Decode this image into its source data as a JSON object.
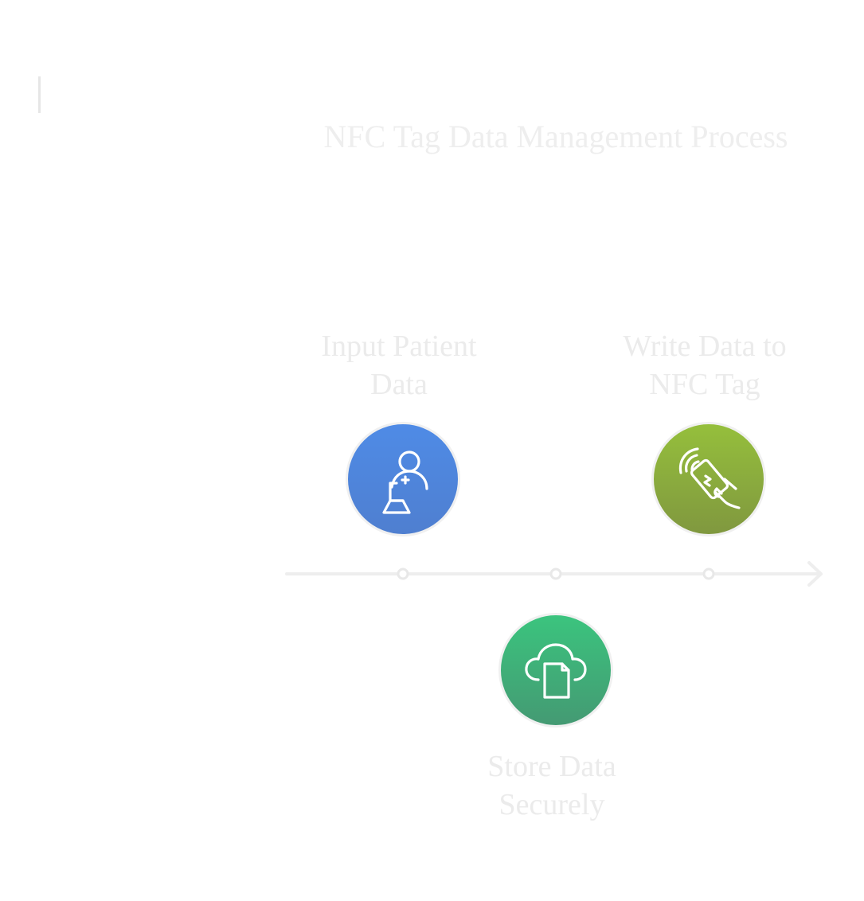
{
  "title": "NFC Tag Data Management Process",
  "steps": [
    {
      "line1": "Input Patient",
      "line2": "Data",
      "icon": "patient-laptop-icon",
      "color": "#4f86dc"
    },
    {
      "line1": "Store Data",
      "line2": "Securely",
      "icon": "cloud-document-icon",
      "color": "#3fb37a"
    },
    {
      "line1": "Write Data to",
      "line2": "NFC Tag",
      "icon": "nfc-card-tap-icon",
      "color": "#8cb13c"
    }
  ]
}
